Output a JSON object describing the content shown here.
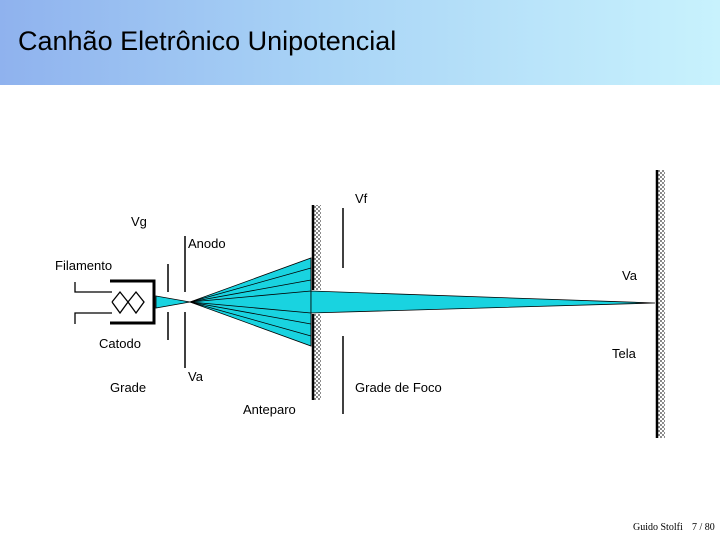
{
  "slide": {
    "title": "Canhão Eletrônico Unipotencial"
  },
  "diagram": {
    "labels": {
      "vg": "Vg",
      "anodo": "Anodo",
      "filamento": "Filamento",
      "catodo": "Catodo",
      "grade": "Grade",
      "va_left": "Va",
      "anteparo": "Anteparo",
      "vf": "Vf",
      "va_right": "Va",
      "tela": "Tela",
      "grade_de_foco": "Grade de Foco"
    },
    "colors": {
      "beam": "#19d3e0",
      "plate": "#8a8a8a",
      "line": "#000000"
    }
  },
  "footer": {
    "author": "Guido Stolfi",
    "page": "7 / 80"
  }
}
